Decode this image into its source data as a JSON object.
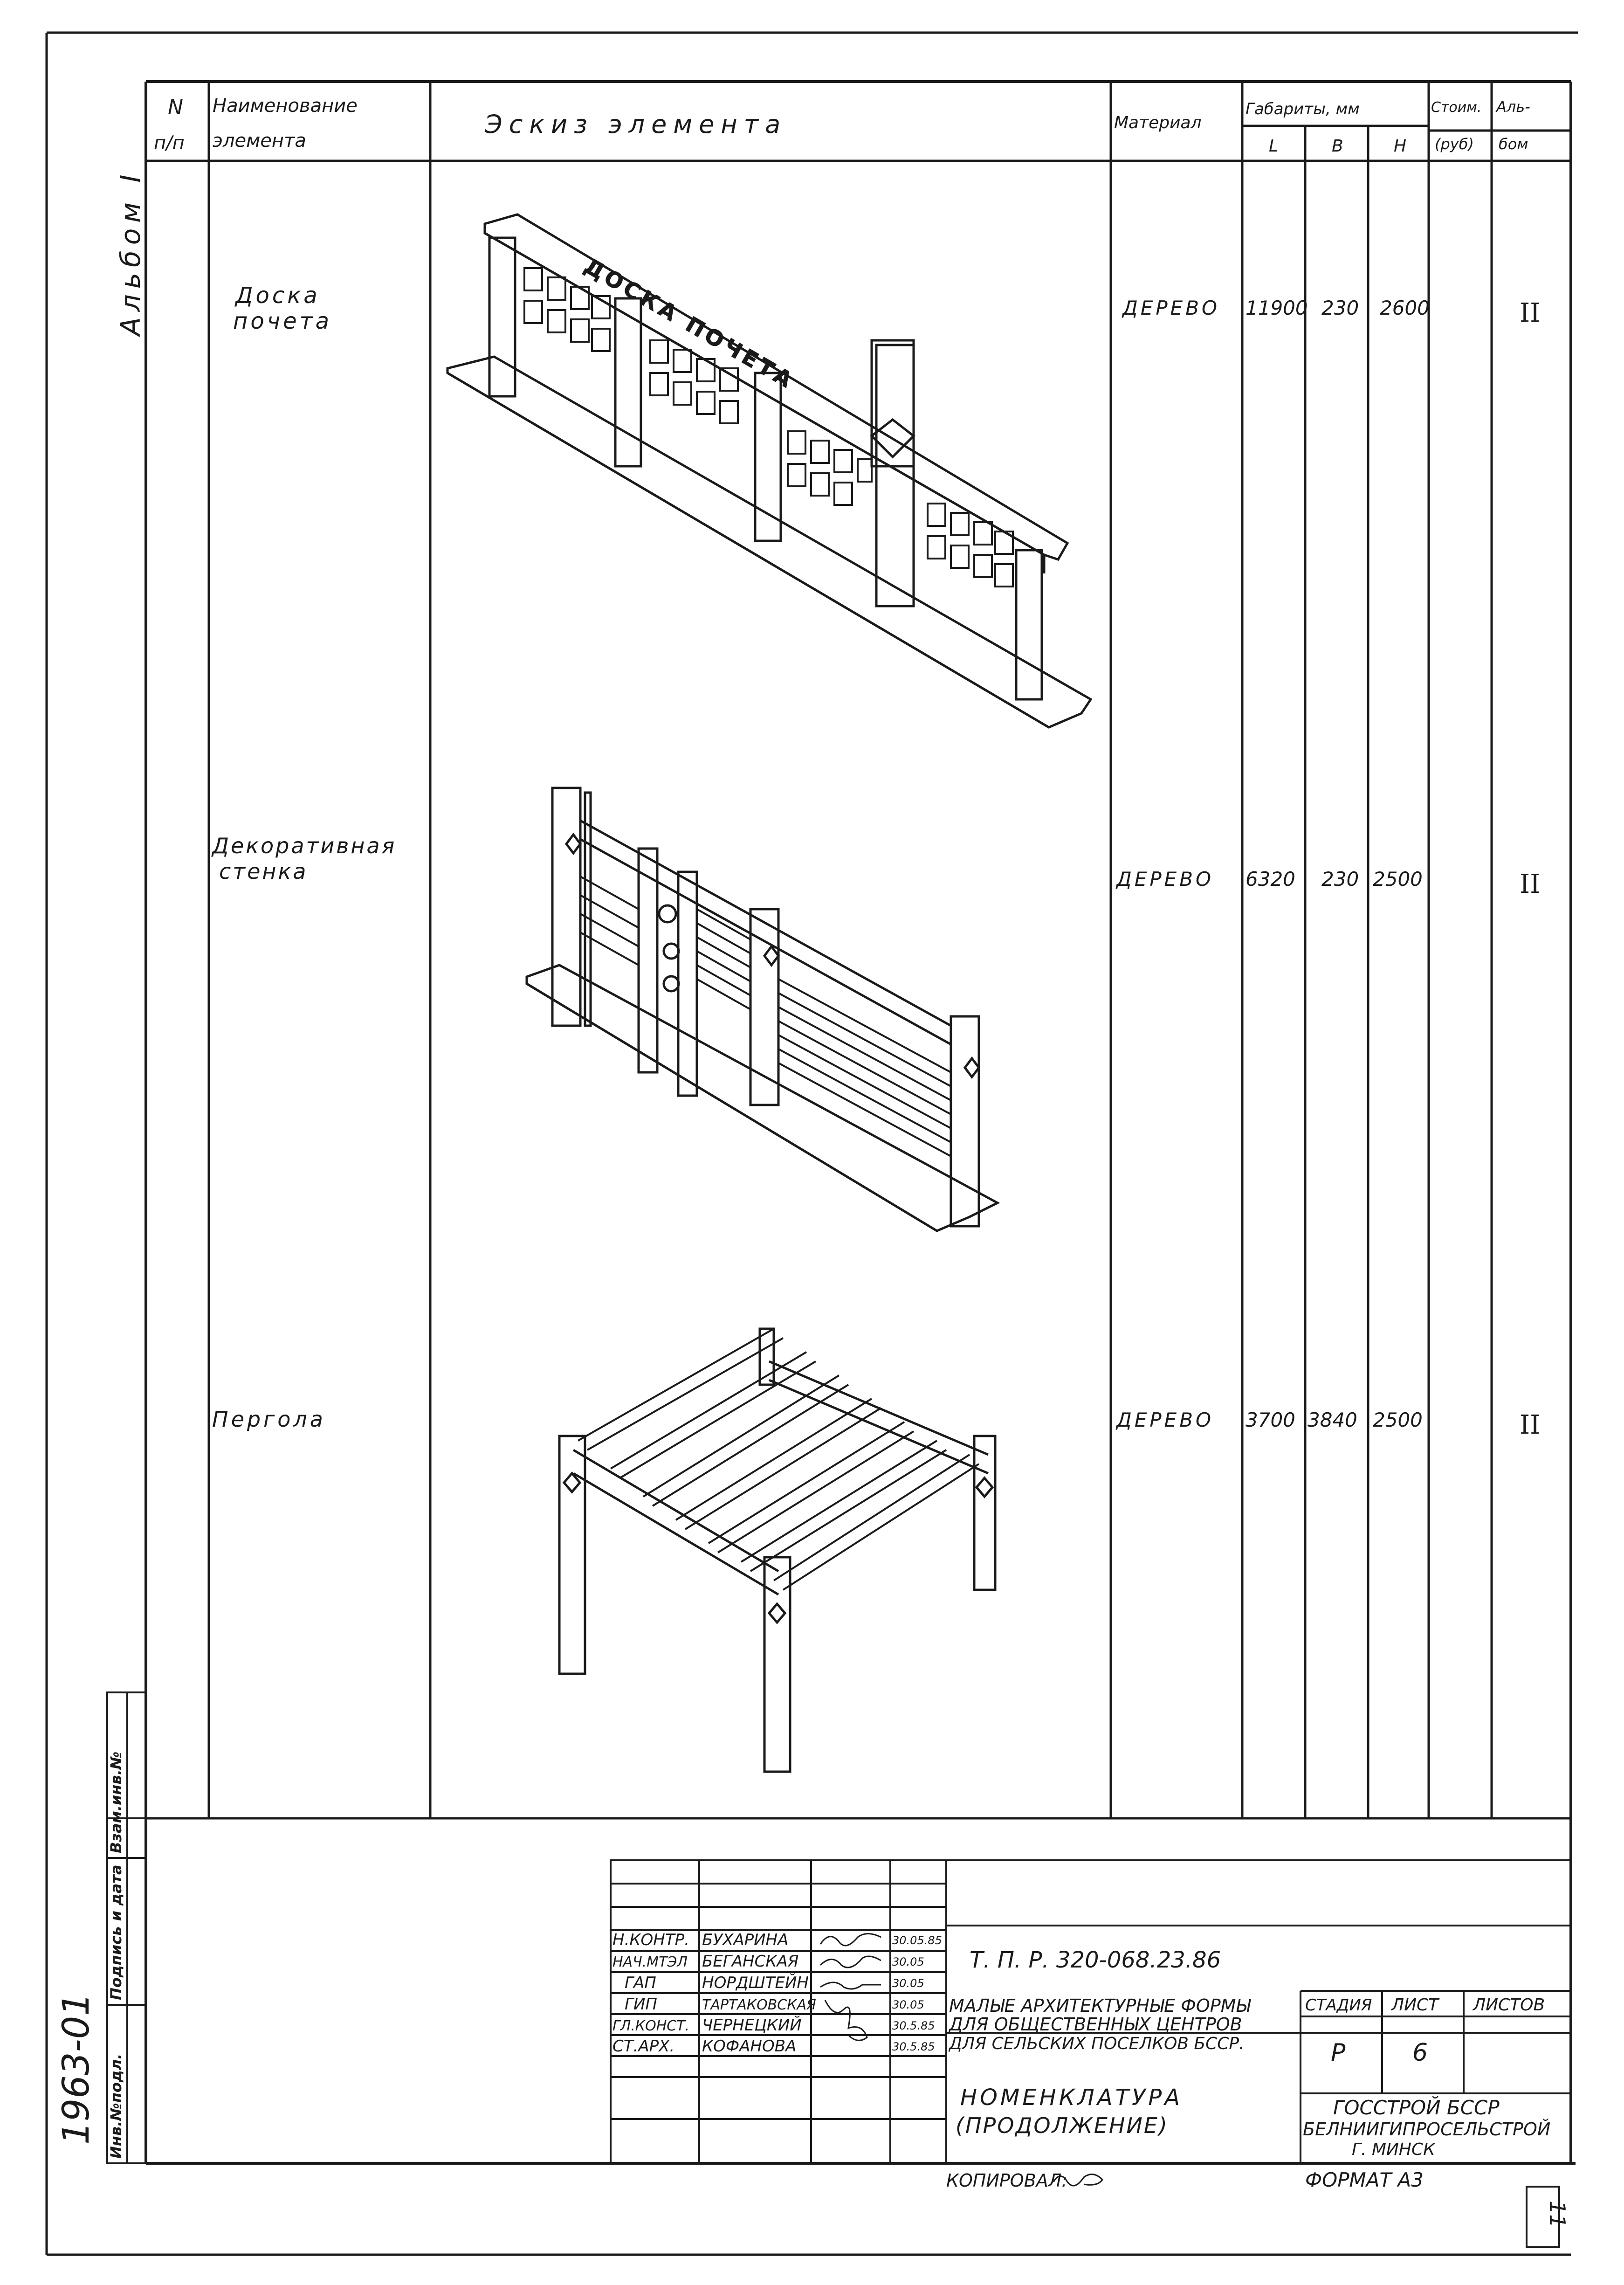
{
  "album_side_label": "Альбом I",
  "left_stamp": {
    "col1": "Инв.№подл.",
    "col2": "Подпись и дата",
    "col3": "Взам.инв.№",
    "number": "1963-01"
  },
  "table": {
    "headers": {
      "num_line1": "N",
      "num_line2": "п/п",
      "name_line1": "Наименование",
      "name_line2": "элемента",
      "sketch": "Эскиз элемента",
      "material": "Материал",
      "dims": "Габариты, мм",
      "dim_l": "L",
      "dim_b": "B",
      "dim_h": "H",
      "cost_line1": "Стоим.",
      "cost_line2": "(руб)",
      "album_line1": "Аль-",
      "album_line2": "бом"
    },
    "rows": [
      {
        "name_line1": "Доска",
        "name_line2": "почета",
        "sign_text": "ДОСКА ПОЧЕТА",
        "material": "ДЕРЕВО",
        "l": "11900",
        "b": "230",
        "h": "2600",
        "cost": "",
        "album": "II"
      },
      {
        "name_line1": "Декоративная",
        "name_line2": "стенка",
        "material": "ДЕРЕВО",
        "l": "6320",
        "b": "230",
        "h": "2500",
        "cost": "",
        "album": "II"
      },
      {
        "name_line1": "Пергола",
        "name_line2": "",
        "material": "ДЕРЕВО",
        "l": "3700",
        "b": "3840",
        "h": "2500",
        "cost": "",
        "album": "II"
      }
    ]
  },
  "title_block": {
    "code": "Т. П. Р. 320-068.23.86",
    "signatures": [
      {
        "role": "Н.КОНТР.",
        "name": "БУХАРИНА",
        "date": "30.05.85"
      },
      {
        "role": "НАЧ.МТЭЛ",
        "name": "БЕГАНСКАЯ",
        "date": "30.05"
      },
      {
        "role": "ГАП",
        "name": "НОРДШТЕЙН",
        "date": "30.05"
      },
      {
        "role": "ГИП",
        "name": "ТАРТАКОВСКАЯ",
        "date": "30.05"
      },
      {
        "role": "ГЛ.КОНСТ.",
        "name": "ЧЕРНЕЦКИЙ",
        "date": "30.5.85"
      },
      {
        "role": "СТ.АРХ.",
        "name": "КОФАНОВА",
        "date": "30.5.85"
      }
    ],
    "project_line1": "МАЛЫЕ АРХИТЕКТУРНЫЕ ФОРМЫ",
    "project_line2": "ДЛЯ ОБЩЕСТВЕННЫХ ЦЕНТРОВ",
    "project_line3": "ДЛЯ СЕЛЬСКИХ ПОСЕЛКОВ БССР.",
    "stage_label": "СТАДИЯ",
    "sheet_label": "ЛИСТ",
    "sheets_label": "ЛИСТОВ",
    "stage_value": "Р",
    "sheet_value": "6",
    "sheets_value": "",
    "doc_title_line1": "НОМЕНКЛАТУРА",
    "doc_title_line2": "(ПРОДОЛЖЕНИЕ)",
    "org_line1": "ГОССТРОЙ БССР",
    "org_line2": "БЕЛНИИГИПРОСЕЛЬСТРОЙ",
    "org_line3": "Г. МИНСК"
  },
  "footer": {
    "copied_label": "КОПИРОВАЛ:",
    "format_label": "ФОРМАТ А3",
    "page_number": "11"
  }
}
